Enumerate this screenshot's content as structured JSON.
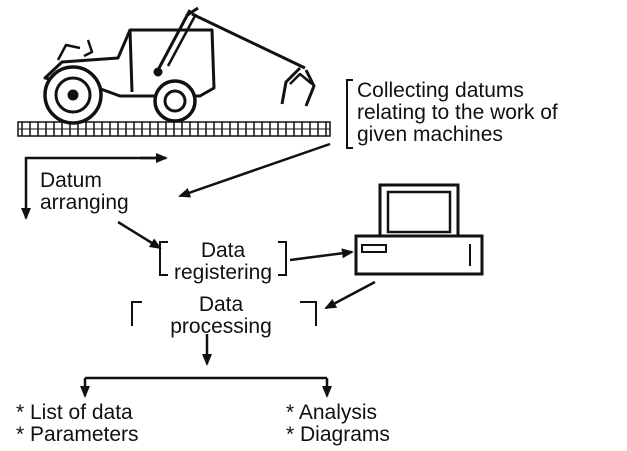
{
  "diagram": {
    "collecting": [
      "Collecting datums",
      "relating to the work of",
      "given machines"
    ],
    "datum_arranging": [
      "Datum",
      "arranging"
    ],
    "data_registering": [
      "Data",
      "registering"
    ],
    "data_processing": [
      "Data",
      "processing"
    ],
    "outputs_left": [
      "* List of data",
      "* Parameters"
    ],
    "outputs_right": [
      "* Analysis",
      "* Diagrams"
    ]
  },
  "icons": [
    "tractor-icon",
    "computer-icon"
  ]
}
